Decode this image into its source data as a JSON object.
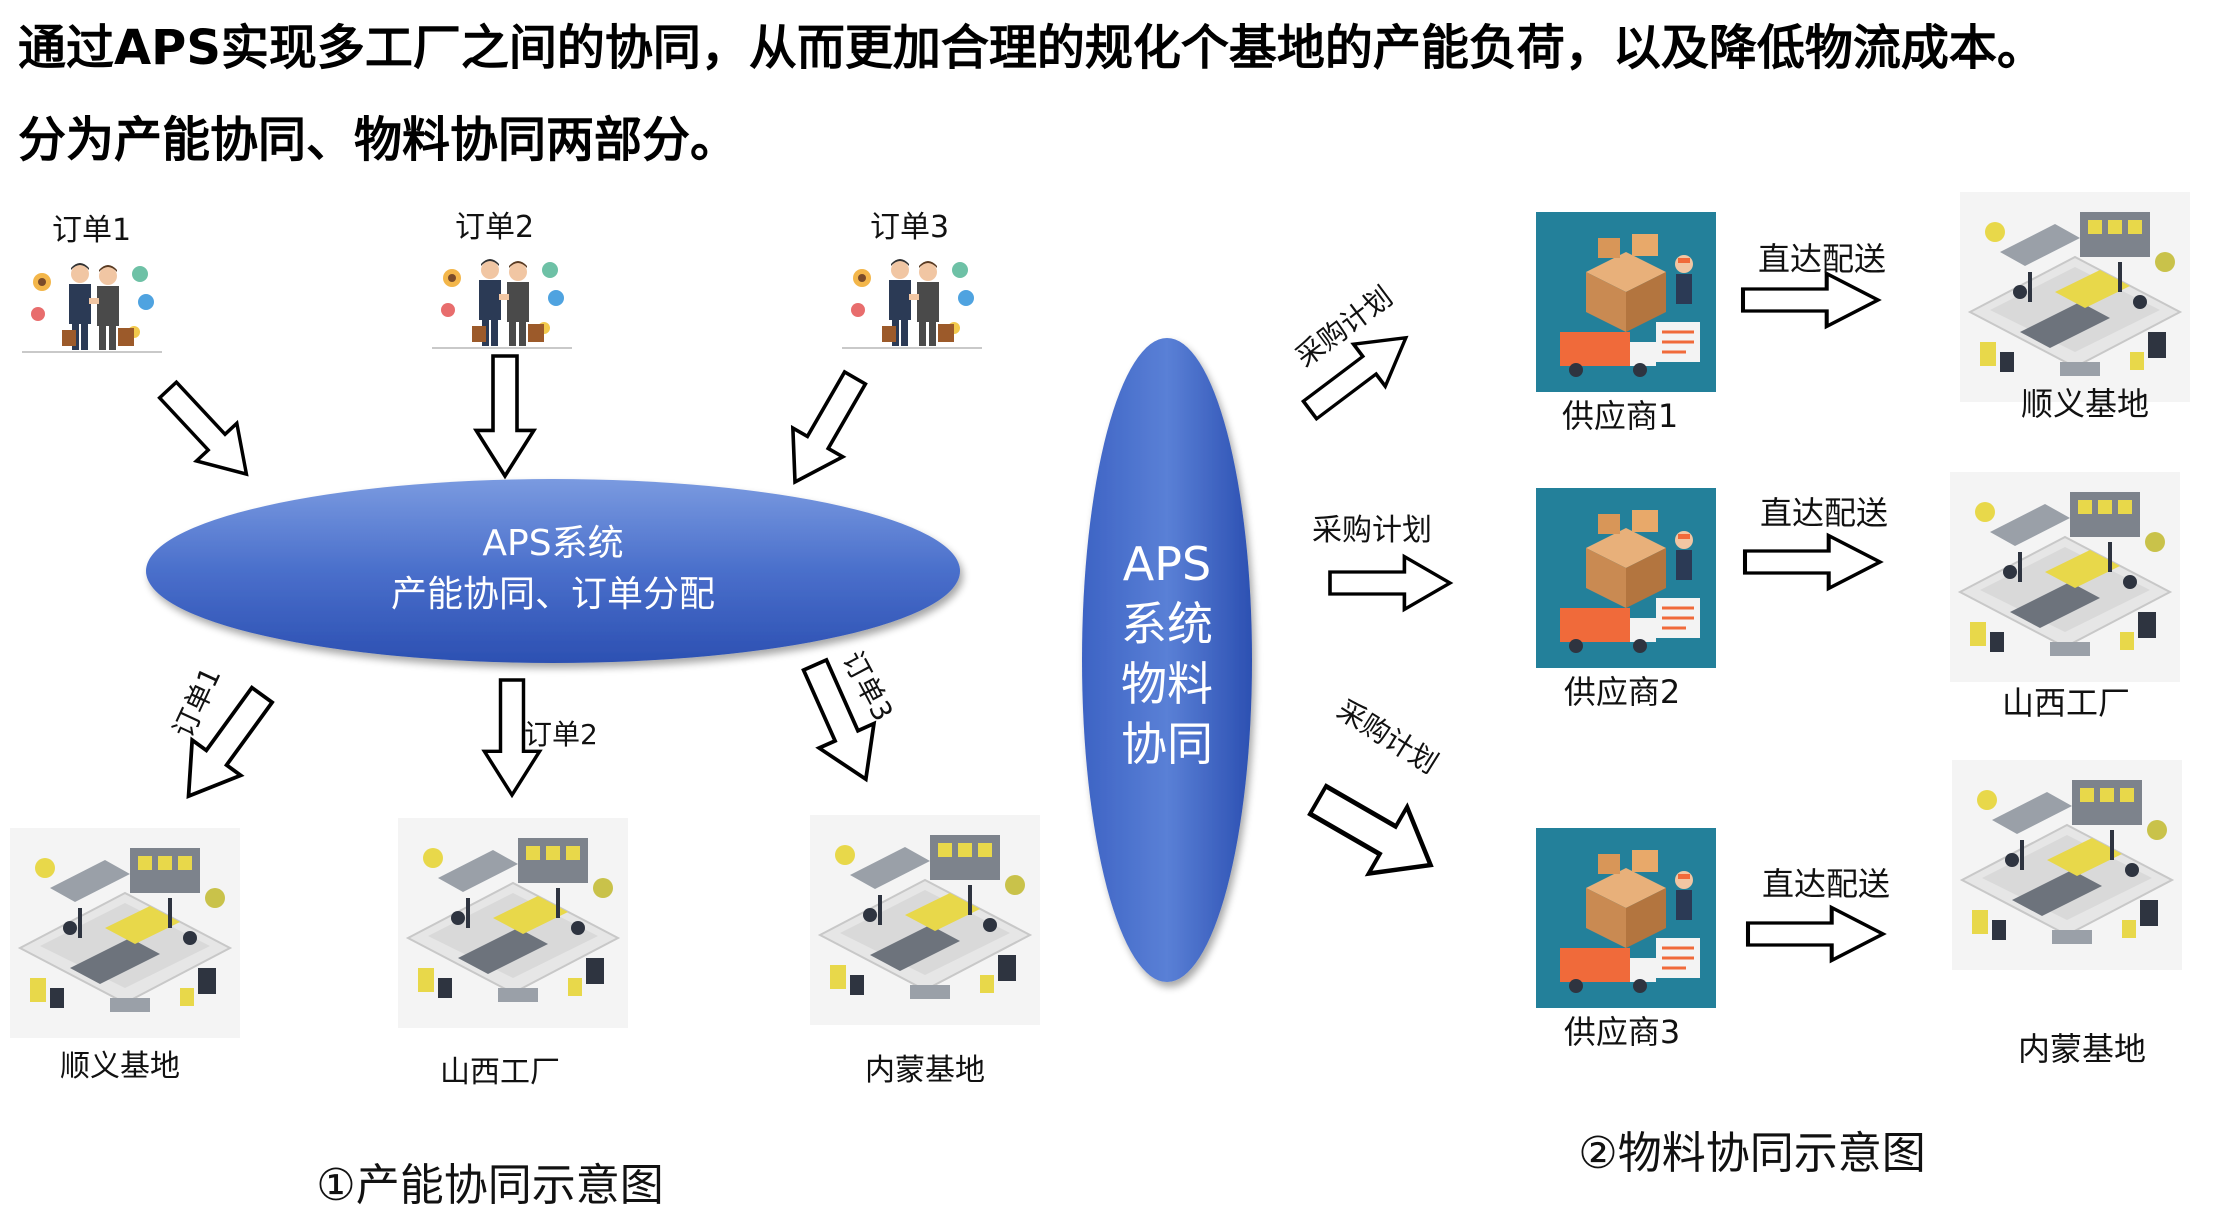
{
  "header": {
    "line1": "通过APS实现多工厂之间的协同，从而更加合理的规化个基地的产能负荷，以及降低物流成本。",
    "line2": "分为产能协同、物料协同两部分。"
  },
  "capacity": {
    "orders": [
      "订单1",
      "订单2",
      "订单3"
    ],
    "aps_line1": "APS系统",
    "aps_line2": "产能协同、订单分配",
    "dispatch": [
      "订单1",
      "订单2",
      "订单3"
    ],
    "factories": [
      "顺义基地",
      "山西工厂",
      "内蒙基地"
    ],
    "caption": "①产能协同示意图"
  },
  "material": {
    "aps_lines": [
      "APS",
      "系统",
      "物料",
      "协同"
    ],
    "purchase": [
      "采购计划",
      "采购计划",
      "采购计划"
    ],
    "suppliers": [
      "供应商1",
      "供应商2",
      "供应商3"
    ],
    "delivery": [
      "直达配送",
      "直达配送",
      "直达配送"
    ],
    "bases": [
      "顺义基地",
      "山西工厂",
      "内蒙基地"
    ],
    "caption": "②物料协同示意图"
  },
  "colors": {
    "ellipse_top": "#6b8fdc",
    "ellipse_bottom": "#2f56b8",
    "supplier_bg": "#23809a",
    "factory_yellow": "#e8d84a",
    "factory_gray": "#8a8f98"
  }
}
